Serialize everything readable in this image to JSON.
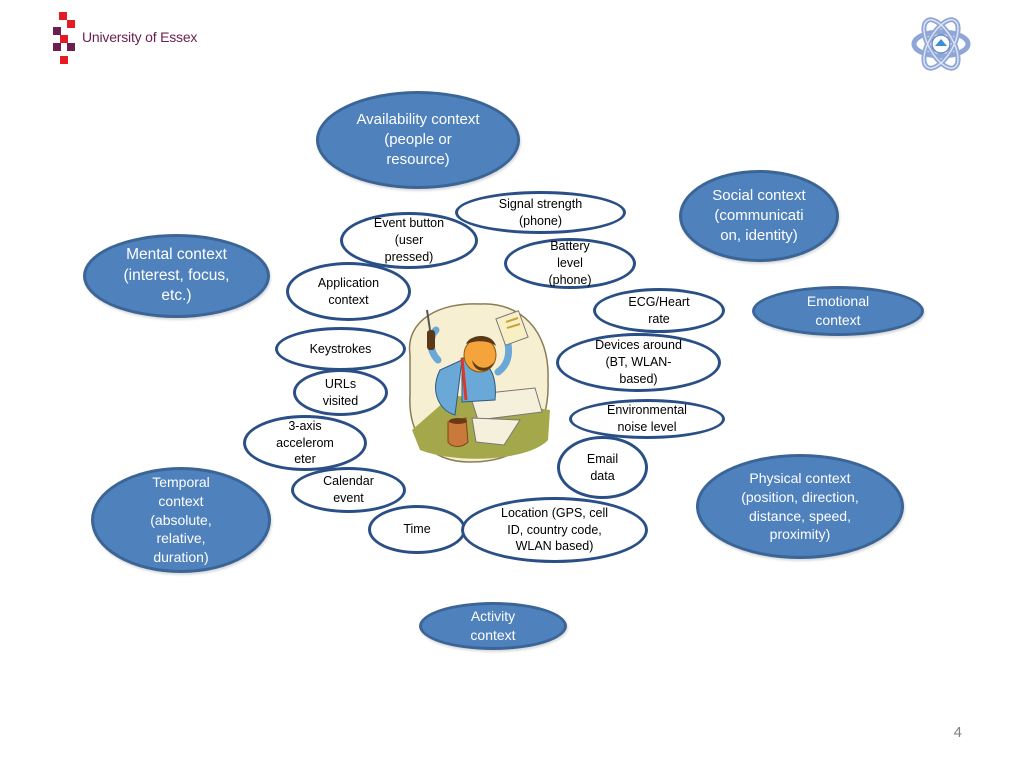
{
  "header": {
    "brand": "University of Essex"
  },
  "contexts": {
    "availability": "Availability context (people or resource)",
    "social": "Social context (communicati on, identity)",
    "mental": "Mental context (interest, focus, etc.)",
    "emotional": "Emotional context",
    "temporal": "Temporal context (absolute, relative, duration)",
    "physical": "Physical context (position, direction, distance, speed, proximity)",
    "activity": "Activity context"
  },
  "sources": {
    "signal": "Signal strength (phone)",
    "event_button": "Event button (user pressed)",
    "battery": "Battery level (phone)",
    "application": "Application context",
    "ecg": "ECG/Heart rate",
    "keystrokes": "Keystrokes",
    "devices": "Devices around (BT, WLAN- based)",
    "urls": "URLs visited",
    "environmental": "Environmental noise level",
    "accelerometer": "3-axis accelerom eter",
    "email": "Email data",
    "calendar": "Calendar event",
    "time": "Time",
    "location": "Location (GPS, cell ID, country code, WLAN based)"
  },
  "colors": {
    "context_fill": "#4f81bd",
    "context_border": "#3a6596",
    "source_border": "#2a4f86",
    "brand": "#6a1f4f"
  },
  "icons": {
    "logo": "university-logo-icon",
    "emblem": "atom-emblem-icon",
    "center": "busy-worker-clipart"
  },
  "page_number": "4"
}
